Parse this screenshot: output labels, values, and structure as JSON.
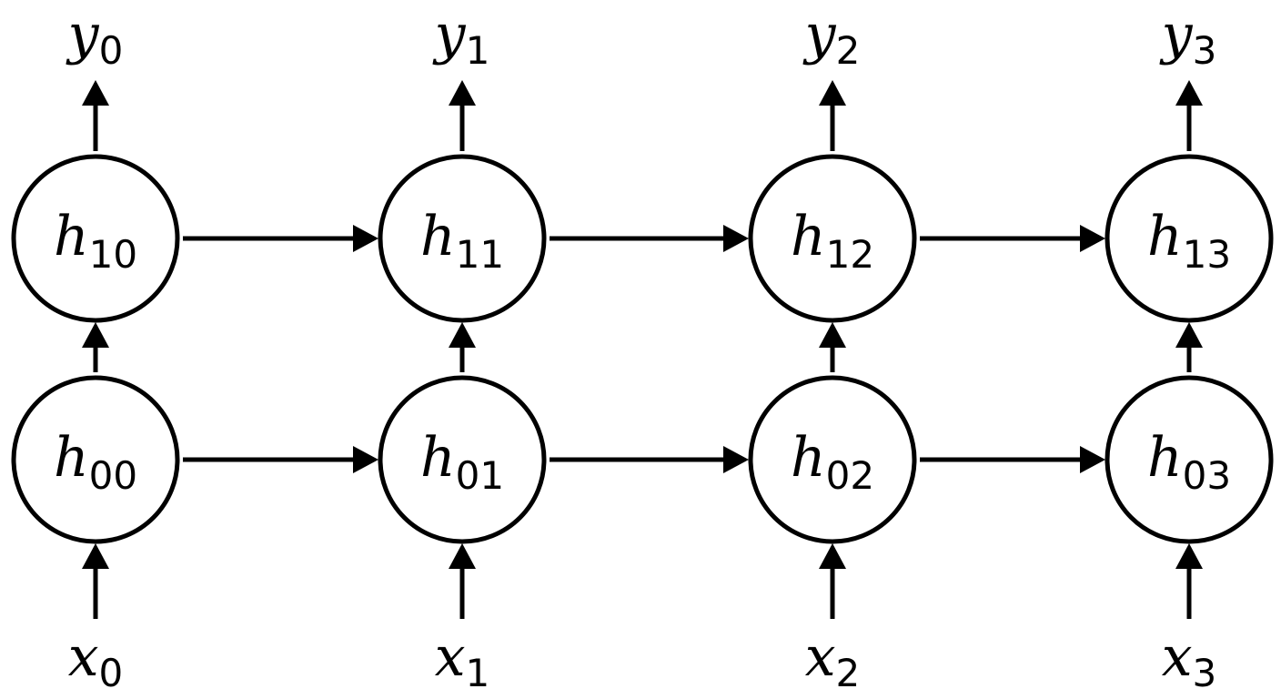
{
  "diagram": {
    "inputs": [
      {
        "base": "x",
        "sub": "0"
      },
      {
        "base": "x",
        "sub": "1"
      },
      {
        "base": "x",
        "sub": "2"
      },
      {
        "base": "x",
        "sub": "3"
      }
    ],
    "outputs": [
      {
        "base": "y",
        "sub": "0"
      },
      {
        "base": "y",
        "sub": "1"
      },
      {
        "base": "y",
        "sub": "2"
      },
      {
        "base": "y",
        "sub": "3"
      }
    ],
    "layers": [
      [
        {
          "base": "h",
          "sub": "00"
        },
        {
          "base": "h",
          "sub": "01"
        },
        {
          "base": "h",
          "sub": "02"
        },
        {
          "base": "h",
          "sub": "03"
        }
      ],
      [
        {
          "base": "h",
          "sub": "10"
        },
        {
          "base": "h",
          "sub": "11"
        },
        {
          "base": "h",
          "sub": "12"
        },
        {
          "base": "h",
          "sub": "13"
        }
      ]
    ],
    "colors": {
      "stroke": "#000000",
      "background": "#ffffff"
    }
  }
}
